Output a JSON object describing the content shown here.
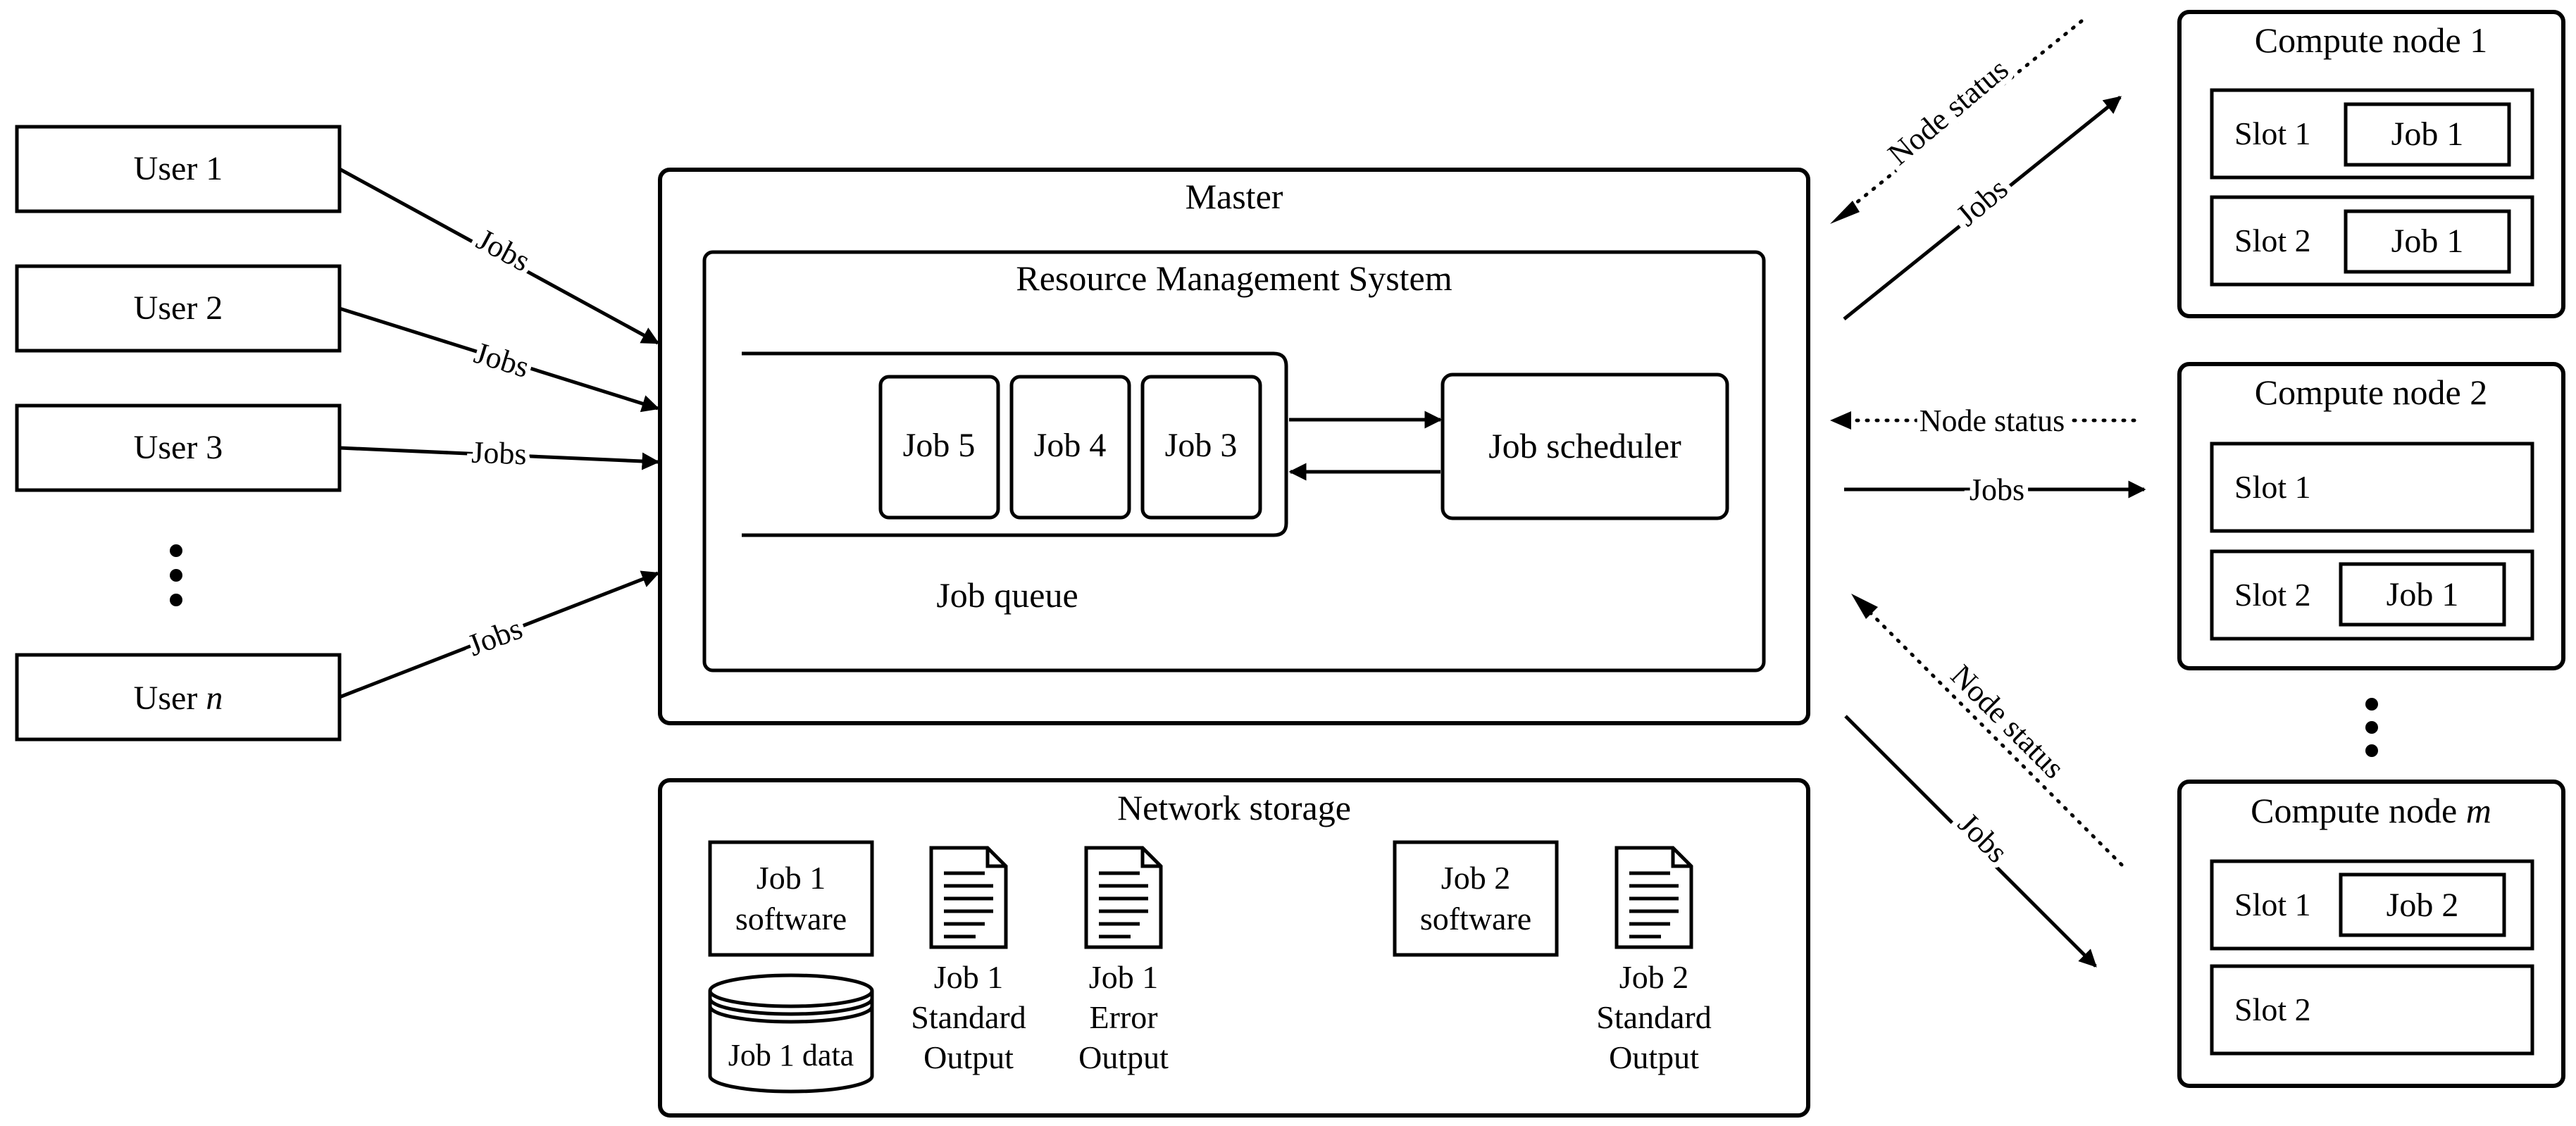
{
  "users": {
    "user1": "User 1",
    "user2": "User 2",
    "user3": "User 3",
    "user_n_prefix": "User ",
    "user_n_var": "n"
  },
  "labels": {
    "jobs": "Jobs",
    "node_status": "Node status"
  },
  "master": {
    "title": "Master",
    "rms_title": "Resource Management System",
    "queue_jobs": [
      "Job 5",
      "Job 4",
      "Job 3"
    ],
    "job_queue_label": "Job queue",
    "scheduler": "Job scheduler"
  },
  "storage": {
    "title": "Network storage",
    "job1_software": [
      "Job 1",
      "software"
    ],
    "job1_data": "Job 1 data",
    "job1_stdout": [
      "Job 1",
      "Standard",
      "Output"
    ],
    "job1_errout": [
      "Job 1",
      "Error",
      "Output"
    ],
    "job2_software": [
      "Job 2",
      "software"
    ],
    "job2_stdout": [
      "Job 2",
      "Standard",
      "Output"
    ]
  },
  "nodes": {
    "node1": {
      "title": "Compute node 1",
      "slot1": "Slot 1",
      "slot1_job": "Job 1",
      "slot2": "Slot 2",
      "slot2_job": "Job 1"
    },
    "node2": {
      "title": "Compute node 2",
      "slot1": "Slot 1",
      "slot2": "Slot 2",
      "slot2_job": "Job 1"
    },
    "nodem": {
      "title_prefix": "Compute node ",
      "title_var": "m",
      "slot1": "Slot 1",
      "slot1_job": "Job 2",
      "slot2": "Slot 2"
    }
  }
}
